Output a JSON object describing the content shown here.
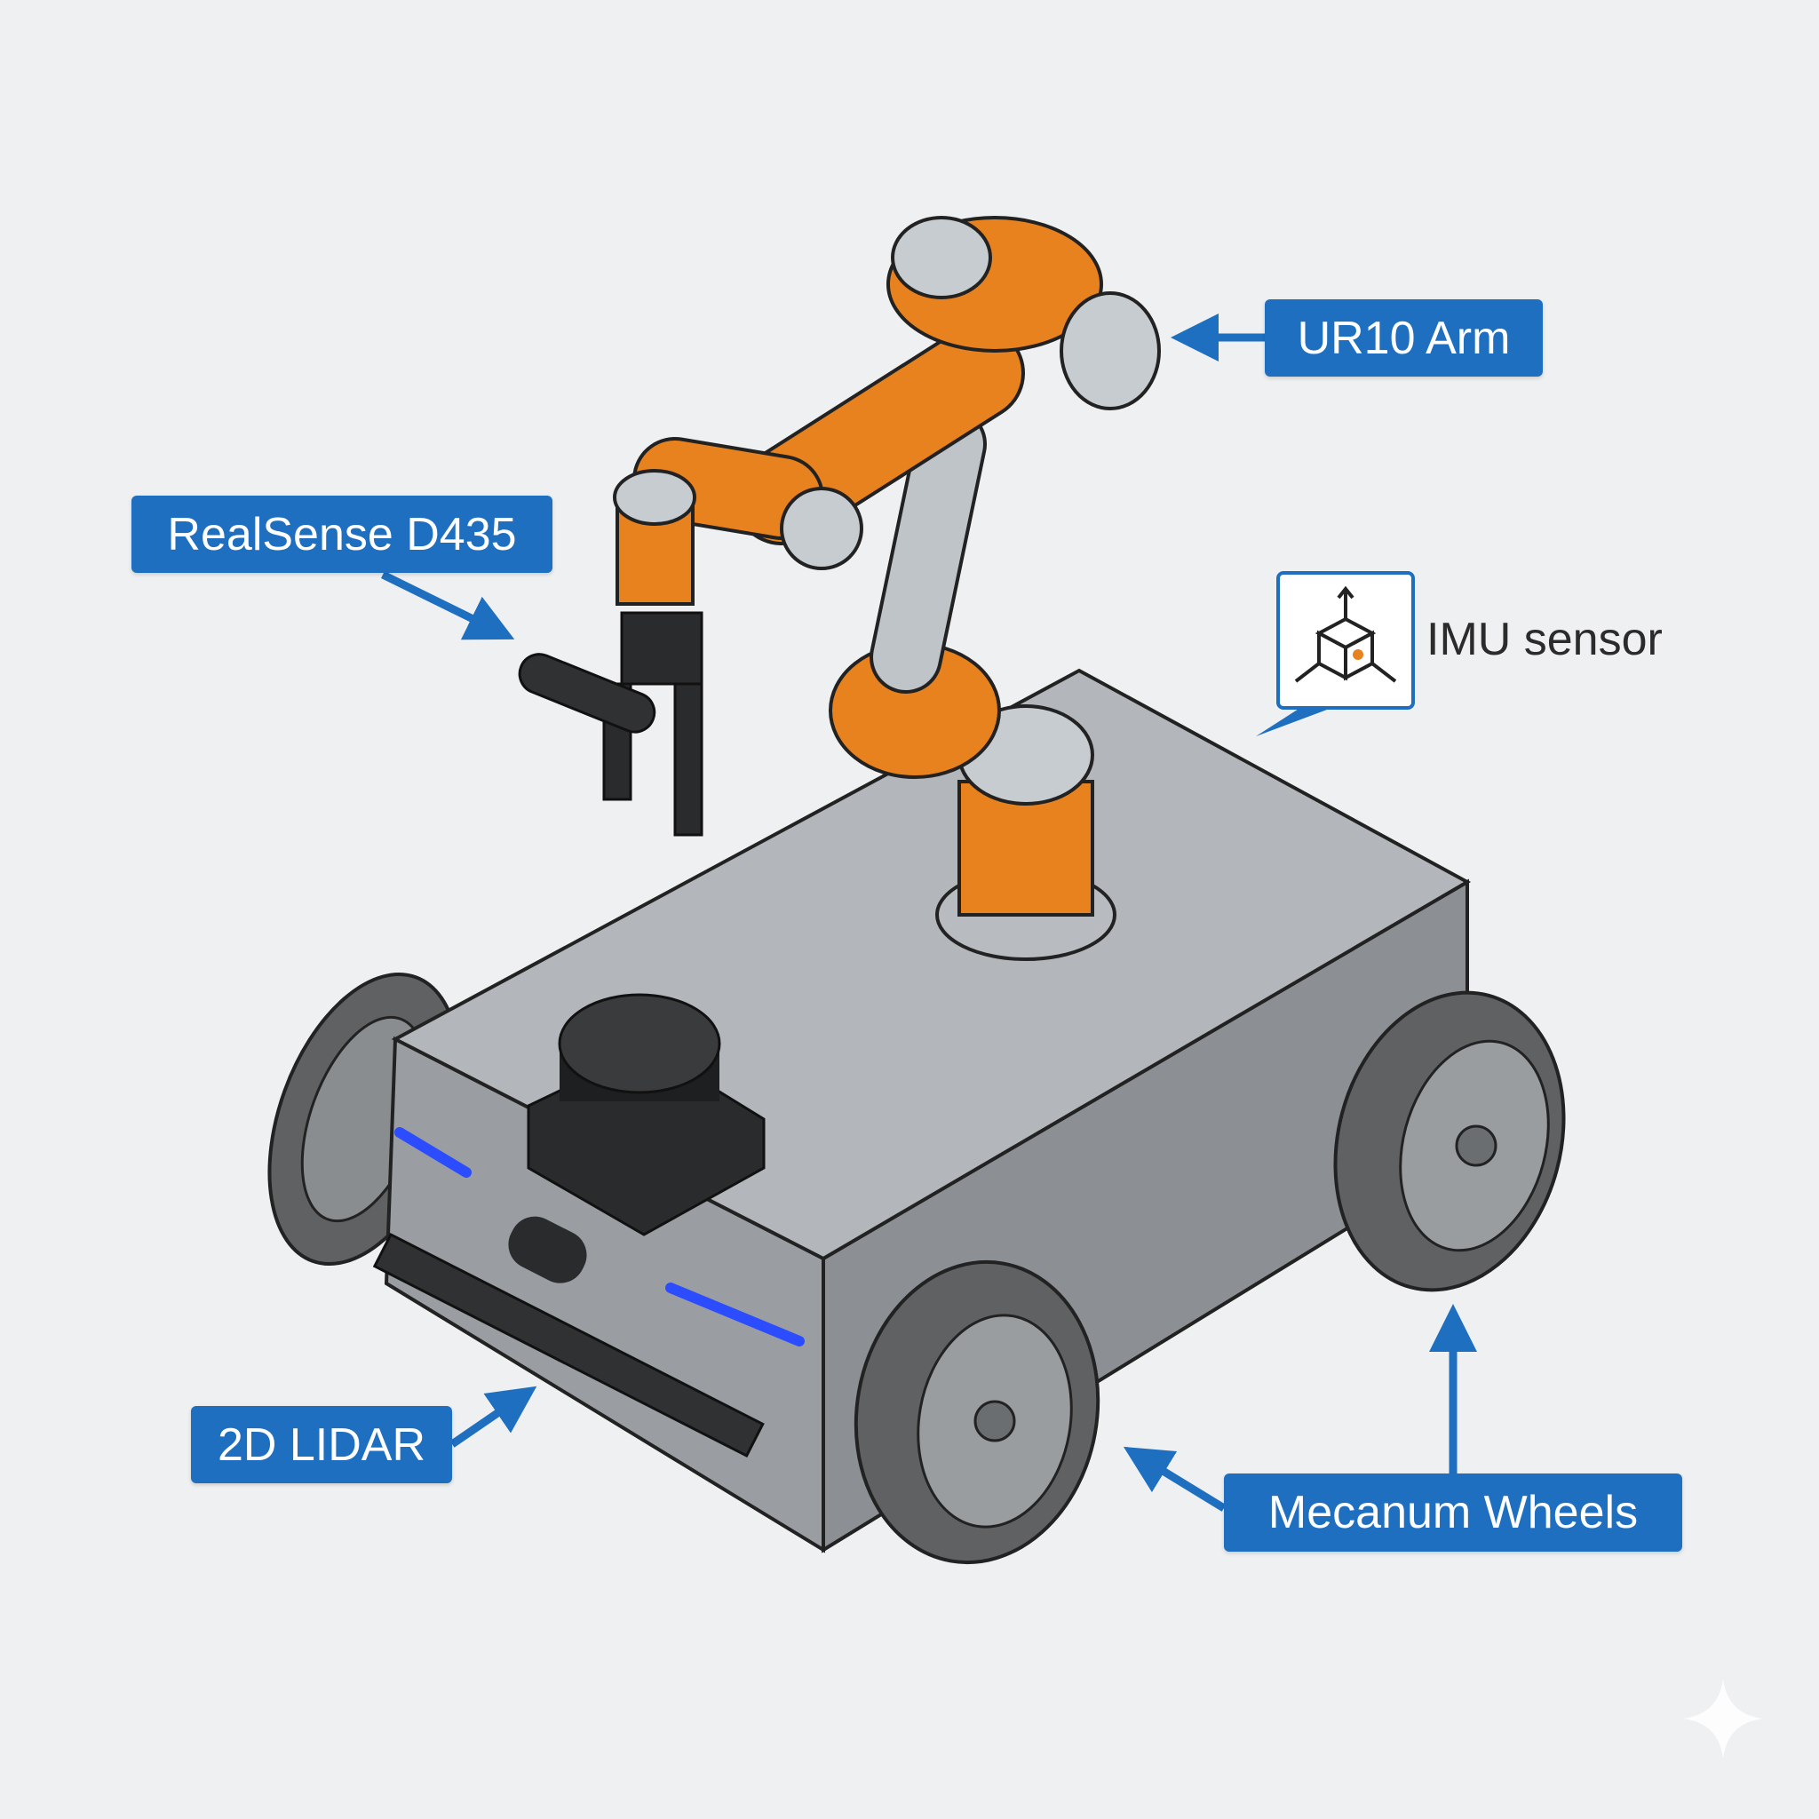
{
  "labels": {
    "arm": "UR10 Arm",
    "camera": "RealSense D435",
    "imu": "IMU sensor",
    "lidar": "2D LIDAR",
    "wheels": "Mecanum Wheels"
  },
  "icons": {
    "imu": "cube-axes-icon",
    "watermark": "sparkle-icon"
  },
  "colors": {
    "label_bg": "#1f6fc1",
    "arm_orange": "#e8821e",
    "chassis": "#a9adb1",
    "background": "#eef0f1",
    "led": "#2b4cff"
  }
}
